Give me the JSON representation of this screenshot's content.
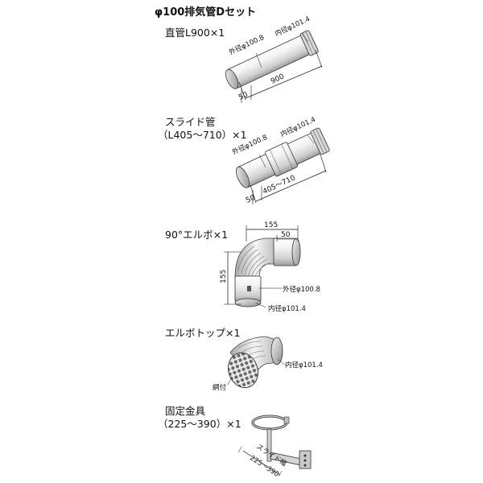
{
  "title": "φ100排気管Dセット",
  "items": [
    {
      "name": "直管L900×1"
    },
    {
      "name_line1": "スライド管",
      "name_line2": "（L405～710）×1"
    },
    {
      "name": "90°エルボ×1"
    },
    {
      "name": "エルボトップ×1"
    },
    {
      "name_line1": "固定金具",
      "name_line2": "（225～390）×1"
    }
  ],
  "labels": {
    "straight": {
      "outer": "外径φ100.8",
      "inner": "内径φ101.4",
      "length": "900",
      "insert": "50"
    },
    "slide": {
      "outer": "外径φ100.8",
      "inner": "内径φ101.4",
      "length": "405～710",
      "insert": "50"
    },
    "elbow": {
      "width": "155",
      "insert": "50",
      "height": "155",
      "outer": "外径φ100.8",
      "inner": "内径φ101.4"
    },
    "elbowtop": {
      "inner": "内径φ101.4",
      "mesh": "網付"
    },
    "bracket": {
      "range": "225～390",
      "slide": "スライド幅"
    }
  }
}
